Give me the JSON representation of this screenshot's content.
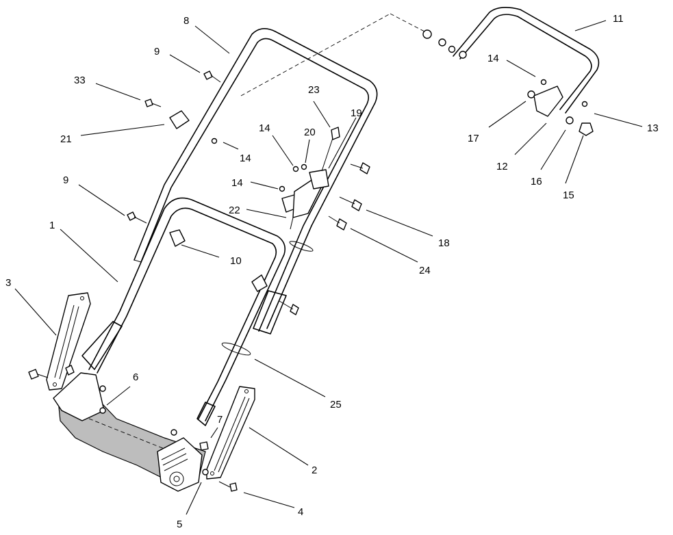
{
  "callouts": [
    {
      "id": "c1",
      "text": "1"
    },
    {
      "id": "c2",
      "text": "2"
    },
    {
      "id": "c3",
      "text": "3"
    },
    {
      "id": "c4",
      "text": "4"
    },
    {
      "id": "c5",
      "text": "5"
    },
    {
      "id": "c6",
      "text": "6"
    },
    {
      "id": "c7",
      "text": "7"
    },
    {
      "id": "c8",
      "text": "8"
    },
    {
      "id": "c9a",
      "text": "9"
    },
    {
      "id": "c9b",
      "text": "9"
    },
    {
      "id": "c10",
      "text": "10"
    },
    {
      "id": "c11",
      "text": "11"
    },
    {
      "id": "c12",
      "text": "12"
    },
    {
      "id": "c13",
      "text": "13"
    },
    {
      "id": "c14a",
      "text": "14"
    },
    {
      "id": "c14b",
      "text": "14"
    },
    {
      "id": "c14c",
      "text": "14"
    },
    {
      "id": "c14d",
      "text": "14"
    },
    {
      "id": "c15",
      "text": "15"
    },
    {
      "id": "c16",
      "text": "16"
    },
    {
      "id": "c17",
      "text": "17"
    },
    {
      "id": "c18",
      "text": "18"
    },
    {
      "id": "c19",
      "text": "19"
    },
    {
      "id": "c20",
      "text": "20"
    },
    {
      "id": "c21",
      "text": "21"
    },
    {
      "id": "c22",
      "text": "22"
    },
    {
      "id": "c23",
      "text": "23"
    },
    {
      "id": "c24",
      "text": "24"
    },
    {
      "id": "c25",
      "text": "25"
    },
    {
      "id": "c33",
      "text": "33"
    }
  ]
}
